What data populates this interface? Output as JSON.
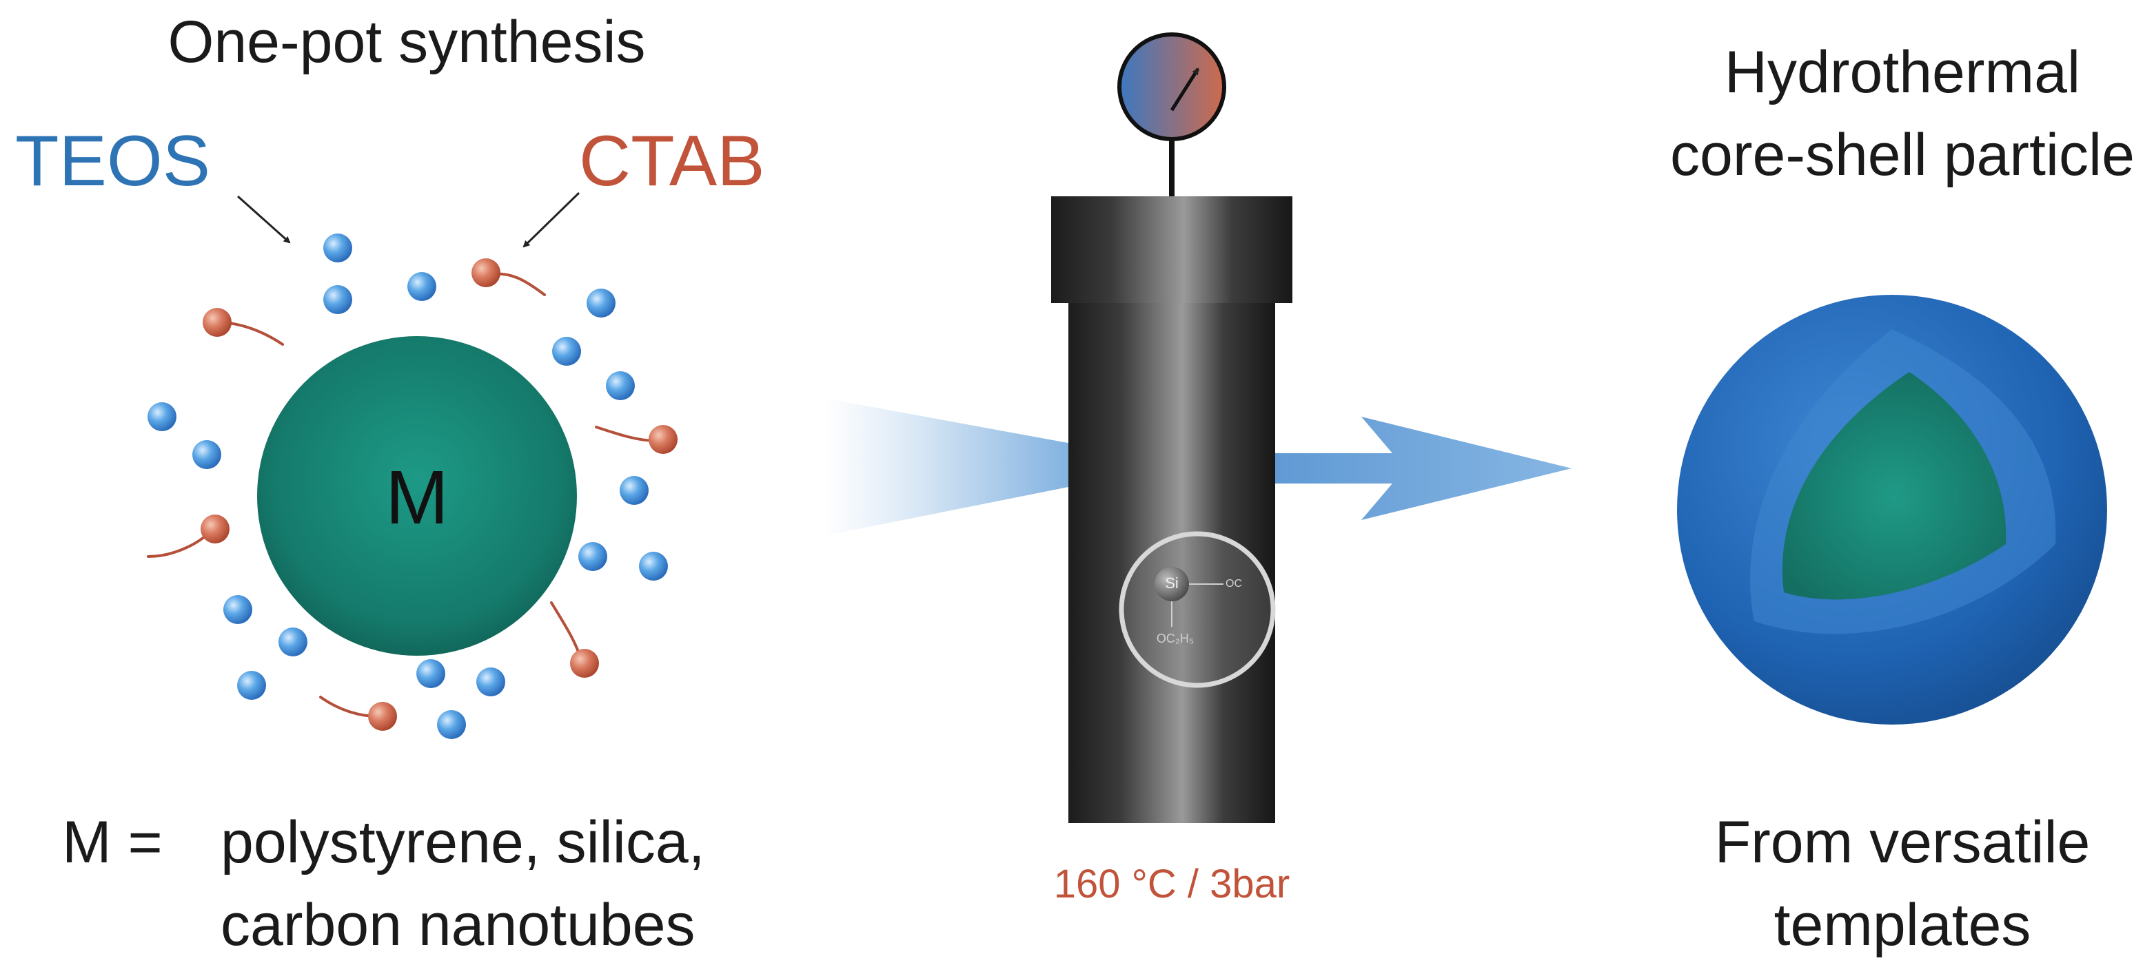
{
  "left_panel": {
    "title": "One-pot synthesis",
    "reagent_left": "TEOS",
    "reagent_right": "CTAB",
    "core_label": "M",
    "definition_prefix": "M =",
    "definition_line1": "polystyrene, silica,",
    "definition_line2": "carbon nanotubes"
  },
  "center_panel": {
    "conditions": "160 °C / 3bar",
    "window_atom": "Si",
    "window_group_right": "OC",
    "window_group_bottom": "OC₂H₅"
  },
  "right_panel": {
    "title_line1": "Hydrothermal",
    "title_line2": "core-shell particle",
    "caption_line1": "From versatile",
    "caption_line2": "templates"
  },
  "colors": {
    "teos_blue": "#2e74b5",
    "ctab_red": "#c0533a",
    "core_green": "#15806f",
    "shell_blue": "#1d62b0",
    "arrow_blue": "#7faedc"
  }
}
